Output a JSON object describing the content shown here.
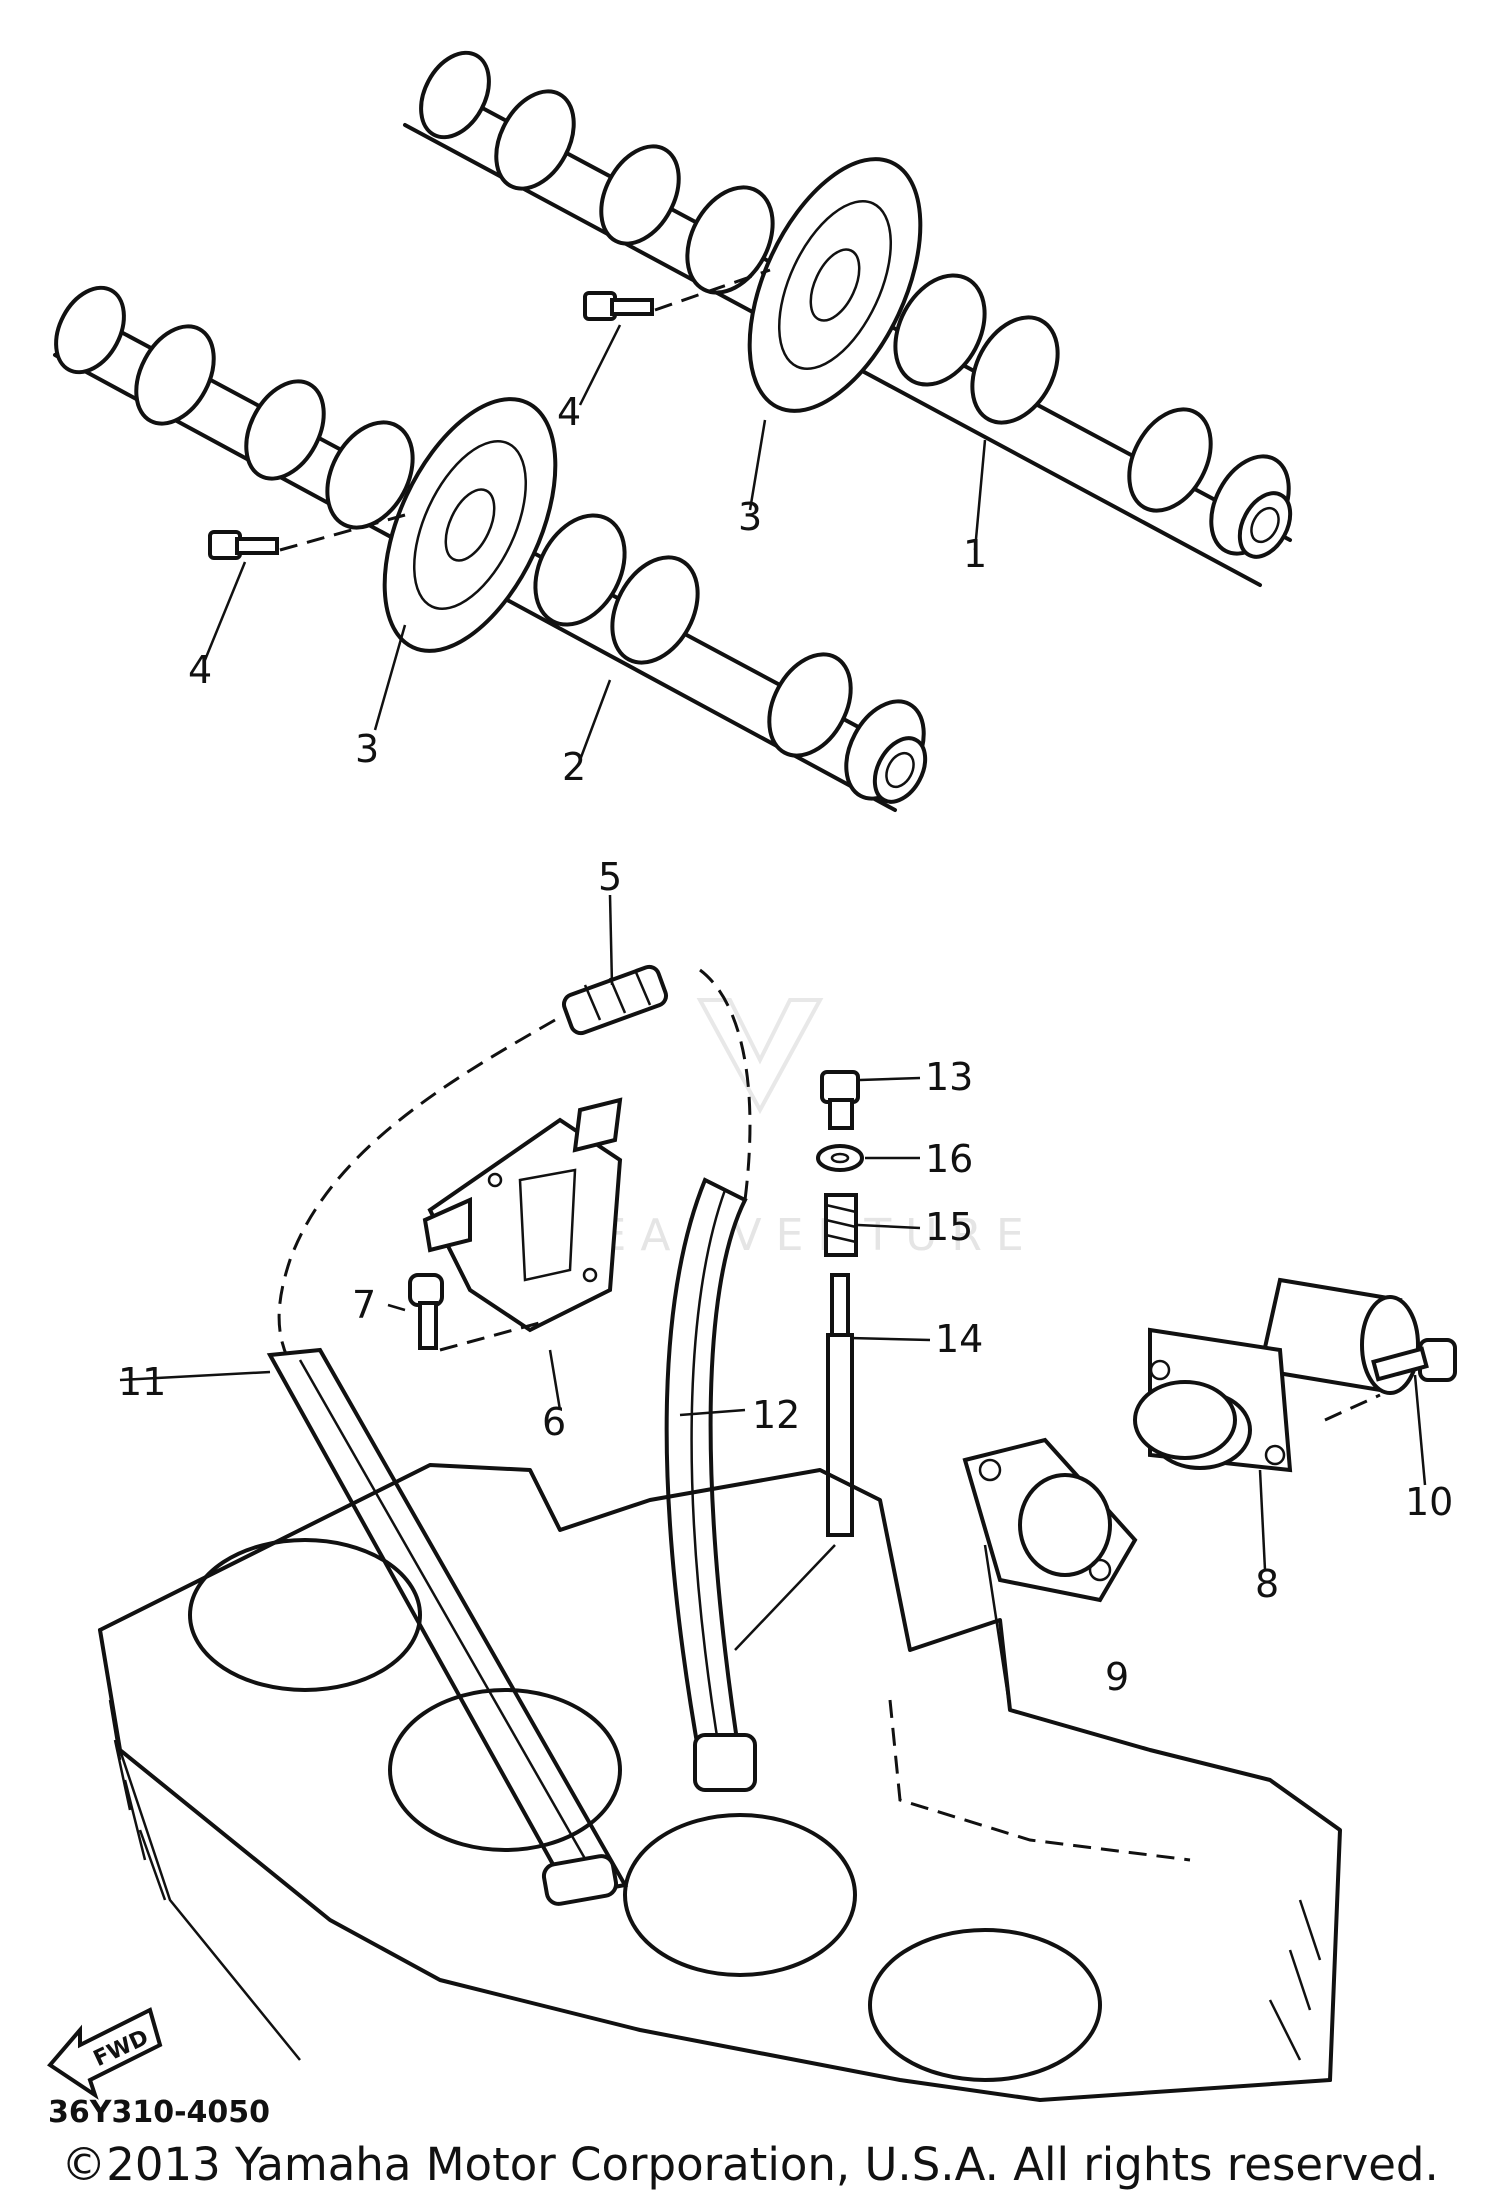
{
  "diagram": {
    "parts": [
      {
        "number": "1"
      },
      {
        "number": "2"
      },
      {
        "number": "3"
      },
      {
        "number": "3"
      },
      {
        "number": "4"
      },
      {
        "number": "4"
      },
      {
        "number": "5"
      },
      {
        "number": "6"
      },
      {
        "number": "7"
      },
      {
        "number": "8"
      },
      {
        "number": "9"
      },
      {
        "number": "10"
      },
      {
        "number": "11"
      },
      {
        "number": "12"
      },
      {
        "number": "13"
      },
      {
        "number": "14"
      },
      {
        "number": "15"
      },
      {
        "number": "16"
      }
    ],
    "drawing_code": "36Y310-4050",
    "direction_marker": "FWD",
    "copyright": "©2013 Yamaha Motor Corporation, U.S.A. All rights reserved.",
    "watermark": "LEADVENTURE",
    "colors": {
      "line": "#111111",
      "background": "#ffffff",
      "watermark": "#d4d4d4"
    }
  }
}
